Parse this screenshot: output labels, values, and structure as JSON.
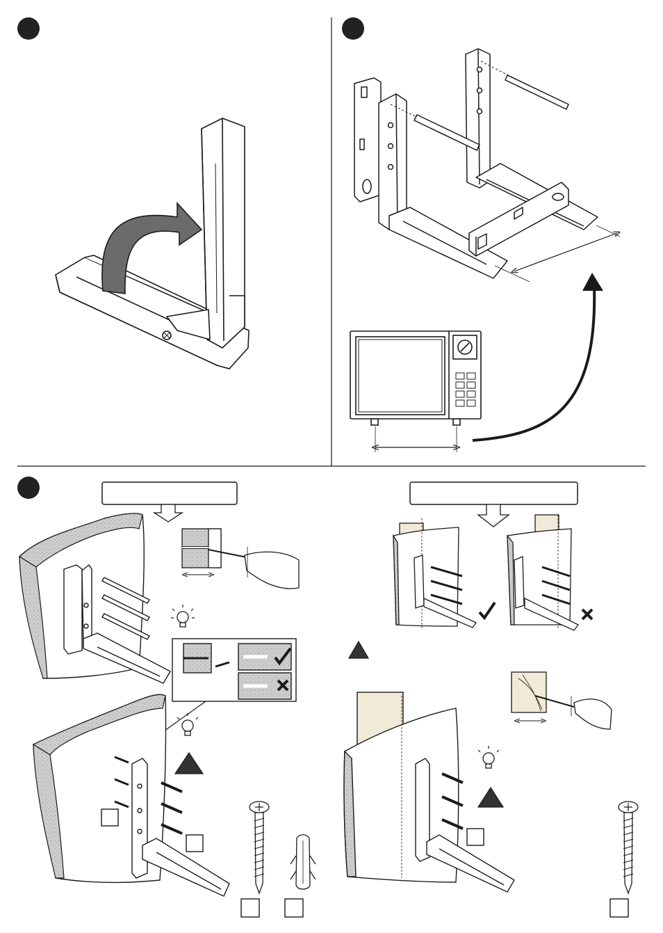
{
  "page": {
    "background": "#ffffff",
    "line_color": "#1a1a1a",
    "arrow_fill": "#6b6b6b",
    "wall_fill": "#cfcfcf",
    "wood_fill": "#f2ead8"
  },
  "steps": [
    {
      "id": "step-1",
      "number_text": ""
    },
    {
      "id": "step-2",
      "number_text": ""
    },
    {
      "id": "step-3",
      "number_text": ""
    }
  ],
  "step3": {
    "masonry_label": "",
    "timber_label": "",
    "icons": [
      "lightbulb-icon",
      "warning-icon",
      "checkmark-icon",
      "cross-icon"
    ]
  }
}
